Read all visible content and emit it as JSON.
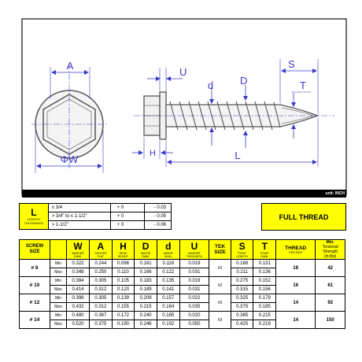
{
  "drawing": {
    "labels": {
      "a": "A",
      "phi_w": "ΦW",
      "u": "U",
      "d": "d",
      "d_upper": "D",
      "s": "S",
      "t": "T",
      "h": "H",
      "l": "L"
    },
    "colors": {
      "dimension": "#3a3acb",
      "outline": "#555555",
      "fill": "#f0f0f0"
    }
  },
  "unit_label": "unit: INCH",
  "tolerance": {
    "label": "L",
    "sublabel_1": "LENGTH",
    "sublabel_2": "TOLERANCE",
    "rows": [
      {
        "condition": "≤ 3/4",
        "plus": "+ 0",
        "minus": "- 0.03"
      },
      {
        "condition": "> 3/4\" to ≤ 1-1/2\"",
        "plus": "+ 0",
        "minus": "- 0.05"
      },
      {
        "condition": "> 1-1/2\"",
        "plus": "+ 0",
        "minus": "- 0.06"
      }
    ]
  },
  "full_thread": "FULL THREAD",
  "spec": {
    "headers": {
      "screw_1": "SCREW",
      "screw_2": "SIZE",
      "w": "W",
      "w_sub_1": "WASHER",
      "w_sub_2": "DIAM.",
      "a": "A",
      "a_sub_1": "ACROSS",
      "a_sub_2": "FLAT",
      "h": "H",
      "h_sub_1": "HEAD",
      "h_sub_2": "HEIGHT",
      "dd": "D",
      "dd_sub_1": "MAJOR",
      "dd_sub_2": "DIAM.",
      "d": "d",
      "d_sub_1": "MINOR",
      "d_sub_2": "DIAM.",
      "u": "U",
      "u_sub_1": "WASHER",
      "u_sub_2": "THICKNESS",
      "tek_1": "TEK",
      "tek_2": "SIZE",
      "s": "S",
      "s_sub_1": "POINT",
      "s_sub_2": "LENGTH",
      "t": "T",
      "t_sub_1": "POINT",
      "t_sub_2": "DIAM.",
      "thread": "THREAD",
      "thread_sub": "PER INCH",
      "min_1": "Min.",
      "min_2": "Torsional",
      "min_3": "Strength",
      "min_4": "(in-lbs)"
    },
    "rows": [
      {
        "size": "# 8",
        "tek": "#2",
        "thread": "18",
        "torsion": "42",
        "min": {
          "label": "Min",
          "w": "0.322",
          "a": "0.244",
          "h": "0.096",
          "dd": "0.161",
          "d": "0.116",
          "u": "0.019",
          "s": "0.188",
          "t": "0.131"
        },
        "max": {
          "label": "Max",
          "w": "0.348",
          "a": "0.250",
          "h": "0.110",
          "dd": "0.166",
          "d": "0.122",
          "u": "0.031",
          "s": "0.211",
          "t": "0.136"
        }
      },
      {
        "size": "# 10",
        "tek": "#2",
        "thread": "16",
        "torsion": "61",
        "min": {
          "label": "Min",
          "w": "0.384",
          "a": "0.305",
          "h": "0.105",
          "dd": "0.183",
          "d": "0.135",
          "u": "0.019",
          "s": "0.275",
          "t": "0.152"
        },
        "max": {
          "label": "Max",
          "w": "0.414",
          "a": "0.312",
          "h": "0.120",
          "dd": "0.189",
          "d": "0.141",
          "u": "0.031",
          "s": "0.315",
          "t": "0.156"
        }
      },
      {
        "size": "# 12",
        "tek": "#3",
        "thread": "14",
        "torsion": "92",
        "min": {
          "label": "Min",
          "w": "0.398",
          "a": "0.305",
          "h": "0.139",
          "dd": "0.209",
          "d": "0.157",
          "u": "0.022",
          "s": "0.325",
          "t": "0.179"
        },
        "max": {
          "label": "Max",
          "w": "0.432",
          "a": "0.312",
          "h": "0.155",
          "dd": "0.215",
          "d": "0.164",
          "u": "0.035",
          "s": "0.375",
          "t": "0.185"
        }
      },
      {
        "size": "# 14",
        "tek": "#3",
        "thread": "14",
        "torsion": "150",
        "min": {
          "label": "Min",
          "w": "0.480",
          "a": "0.367",
          "h": "0.172",
          "dd": "0.240",
          "d": "0.185",
          "u": "0.020",
          "s": "0.385",
          "t": "0.215"
        },
        "max": {
          "label": "Max",
          "w": "0.520",
          "a": "0.375",
          "h": "0.190",
          "dd": "0.246",
          "d": "0.192",
          "u": "0.050",
          "s": "0.425",
          "t": "0.219"
        }
      }
    ]
  }
}
